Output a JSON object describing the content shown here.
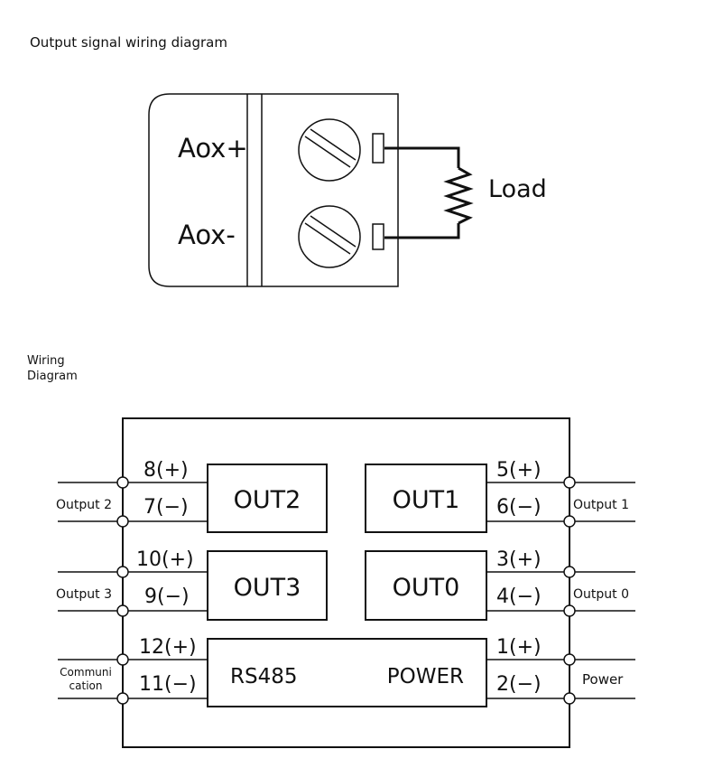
{
  "top": {
    "title": "Output signal wiring diagram",
    "terminal_plus": "Aox+",
    "terminal_minus": "Aox-",
    "load_label": "Load"
  },
  "bottom": {
    "title_line1": "Wiring",
    "title_line2": "Diagram",
    "left_terminals": [
      {
        "pin_plus": "8(+)",
        "pin_minus": "7(−)",
        "side_label": "Output 2",
        "module": "OUT2"
      },
      {
        "pin_plus": "10(+)",
        "pin_minus": "9(−)",
        "side_label": "Output 3",
        "module": "OUT3"
      },
      {
        "pin_plus": "12(+)",
        "pin_minus": "11(−)",
        "side_label_line1": "Communi",
        "side_label_line2": "cation",
        "module": "RS485"
      }
    ],
    "right_terminals": [
      {
        "pin_plus": "5(+)",
        "pin_minus": "6(−)",
        "side_label": "Output 1",
        "module": "OUT1"
      },
      {
        "pin_plus": "3(+)",
        "pin_minus": "4(−)",
        "side_label": "Output 0",
        "module": "OUT0"
      },
      {
        "pin_plus": "1(+)",
        "pin_minus": "2(−)",
        "side_label": "Power",
        "module": "POWER"
      }
    ]
  }
}
